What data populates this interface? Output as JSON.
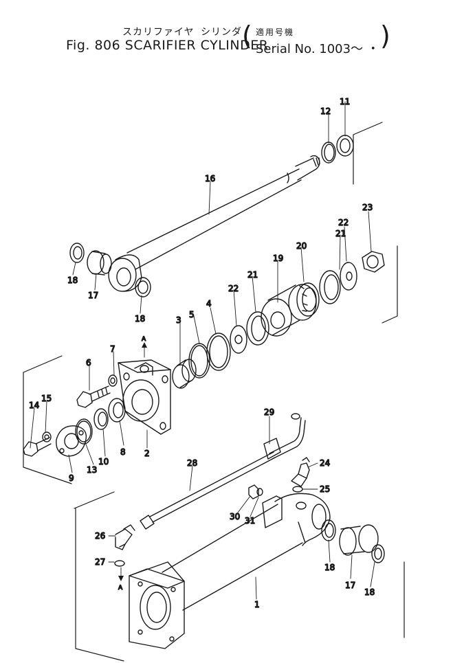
{
  "header": {
    "title_jp": "スカリファイヤ シリンダ",
    "title_en": "Fig. 806 SCARIFIER CYLINDER",
    "serial_jp": "適用号機",
    "serial_en": "Serial No. 1003～ ・"
  },
  "callouts": {
    "c1": "1",
    "c2": "2",
    "c3": "3",
    "c4": "4",
    "c5": "5",
    "c6": "6",
    "c7": "7",
    "c8": "8",
    "c9": "9",
    "c10": "10",
    "c11": "11",
    "c12": "12",
    "c13": "13",
    "c14": "14",
    "c15": "15",
    "c16": "16",
    "c17a": "17",
    "c17b": "17",
    "c18a": "18",
    "c18b": "18",
    "c18c": "18",
    "c18d": "18",
    "c19": "19",
    "c20": "20",
    "c21a": "21",
    "c21b": "21",
    "c22a": "22",
    "c22b": "22",
    "c23": "23",
    "c24": "24",
    "c25": "25",
    "c26": "26",
    "c27": "27",
    "c28": "28",
    "c29": "29",
    "c30": "30",
    "c31": "31",
    "ref_a_top": "A",
    "ref_a_bottom": "A"
  }
}
